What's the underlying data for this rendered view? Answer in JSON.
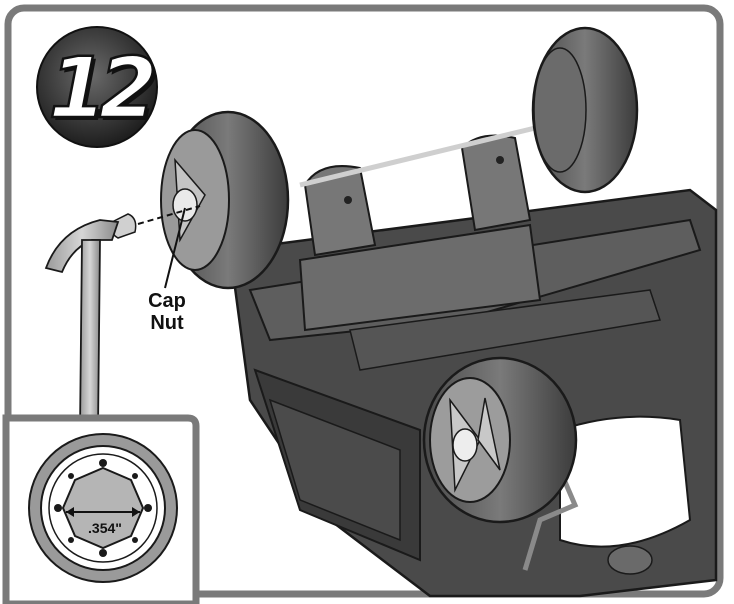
{
  "step": {
    "number": "12"
  },
  "callout": {
    "line1": "Cap",
    "line2": "Nut"
  },
  "inset": {
    "size_label": ".354\""
  },
  "colors": {
    "frame": "#7a7a7a",
    "plastic_dark": "#3f3f3f",
    "plastic_mid": "#6e6e6e",
    "tire": "#5a5a5a",
    "hammer": "#b4b4b4",
    "badge": "#2b2b2b"
  }
}
